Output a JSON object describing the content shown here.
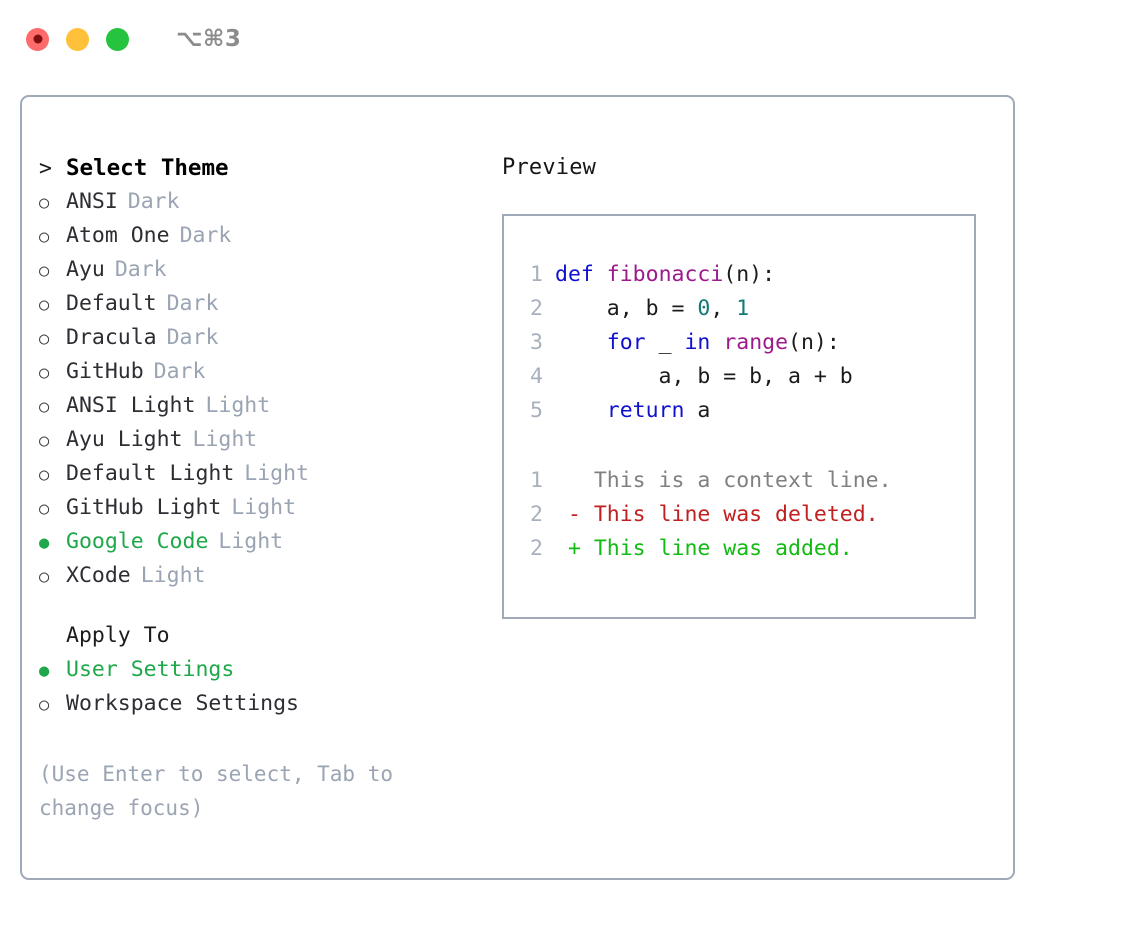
{
  "window": {
    "title": "⌥⌘3",
    "controls": [
      "close-dot",
      "minimize-dot",
      "maximize-dot"
    ]
  },
  "colors": {
    "accent_green": "#1fa84a",
    "badge_gray": "#9aa4b3",
    "border": "#9fa9b7",
    "keyword_blue": "#1010cf",
    "function_magenta": "#9c1a8c",
    "number_teal": "#107a73",
    "diff_added": "#12bb12",
    "diff_deleted": "#c02020",
    "diff_context": "#808080",
    "linenumber": "#a7b0bd"
  },
  "theme_list": {
    "header_prefix": ">",
    "header_label": "Select Theme",
    "bullet_selected": "●",
    "bullet_unselected": "○",
    "items": [
      {
        "name": "ANSI",
        "badge": "Dark",
        "selected": false
      },
      {
        "name": "Atom One",
        "badge": "Dark",
        "selected": false
      },
      {
        "name": "Ayu",
        "badge": "Dark",
        "selected": false
      },
      {
        "name": "Default",
        "badge": "Dark",
        "selected": false
      },
      {
        "name": "Dracula",
        "badge": "Dark",
        "selected": false
      },
      {
        "name": "GitHub",
        "badge": "Dark",
        "selected": false
      },
      {
        "name": "ANSI Light",
        "badge": "Light",
        "selected": false
      },
      {
        "name": "Ayu Light",
        "badge": "Light",
        "selected": false
      },
      {
        "name": "Default Light",
        "badge": "Light",
        "selected": false
      },
      {
        "name": "GitHub Light",
        "badge": "Light",
        "selected": false
      },
      {
        "name": "Google Code",
        "badge": "Light",
        "selected": true
      },
      {
        "name": "XCode",
        "badge": "Light",
        "selected": false
      }
    ]
  },
  "apply_to": {
    "title": "Apply To",
    "items": [
      {
        "name": "User Settings",
        "selected": true
      },
      {
        "name": "Workspace Settings",
        "selected": false
      }
    ]
  },
  "hint": "(Use Enter to select, Tab to change focus)",
  "preview": {
    "title": "Preview",
    "code_lines": [
      {
        "n": "1",
        "tokens": [
          {
            "t": "def",
            "c": "kw"
          },
          {
            "t": " ",
            "c": "pl"
          },
          {
            "t": "fibonacci",
            "c": "fn"
          },
          {
            "t": "(n):",
            "c": "pl"
          }
        ]
      },
      {
        "n": "2",
        "tokens": [
          {
            "t": "    a, b = ",
            "c": "pl"
          },
          {
            "t": "0",
            "c": "num"
          },
          {
            "t": ", ",
            "c": "pl"
          },
          {
            "t": "1",
            "c": "num"
          }
        ]
      },
      {
        "n": "3",
        "tokens": [
          {
            "t": "    ",
            "c": "pl"
          },
          {
            "t": "for",
            "c": "kw"
          },
          {
            "t": " _ ",
            "c": "pl"
          },
          {
            "t": "in",
            "c": "kw"
          },
          {
            "t": " ",
            "c": "pl"
          },
          {
            "t": "range",
            "c": "fn"
          },
          {
            "t": "(n):",
            "c": "pl"
          }
        ]
      },
      {
        "n": "4",
        "tokens": [
          {
            "t": "        a, b = b, a + b",
            "c": "pl"
          }
        ]
      },
      {
        "n": "5",
        "tokens": [
          {
            "t": "    ",
            "c": "pl"
          },
          {
            "t": "return",
            "c": "kw"
          },
          {
            "t": " a",
            "c": "pl"
          }
        ]
      }
    ],
    "diff_lines": [
      {
        "n": "1",
        "marker": " ",
        "text": "This is a context line.",
        "kind": "d-ctx"
      },
      {
        "n": "2",
        "marker": "-",
        "text": "This line was deleted.",
        "kind": "d-del"
      },
      {
        "n": "2",
        "marker": "+",
        "text": "This line was added.",
        "kind": "d-add"
      }
    ]
  }
}
